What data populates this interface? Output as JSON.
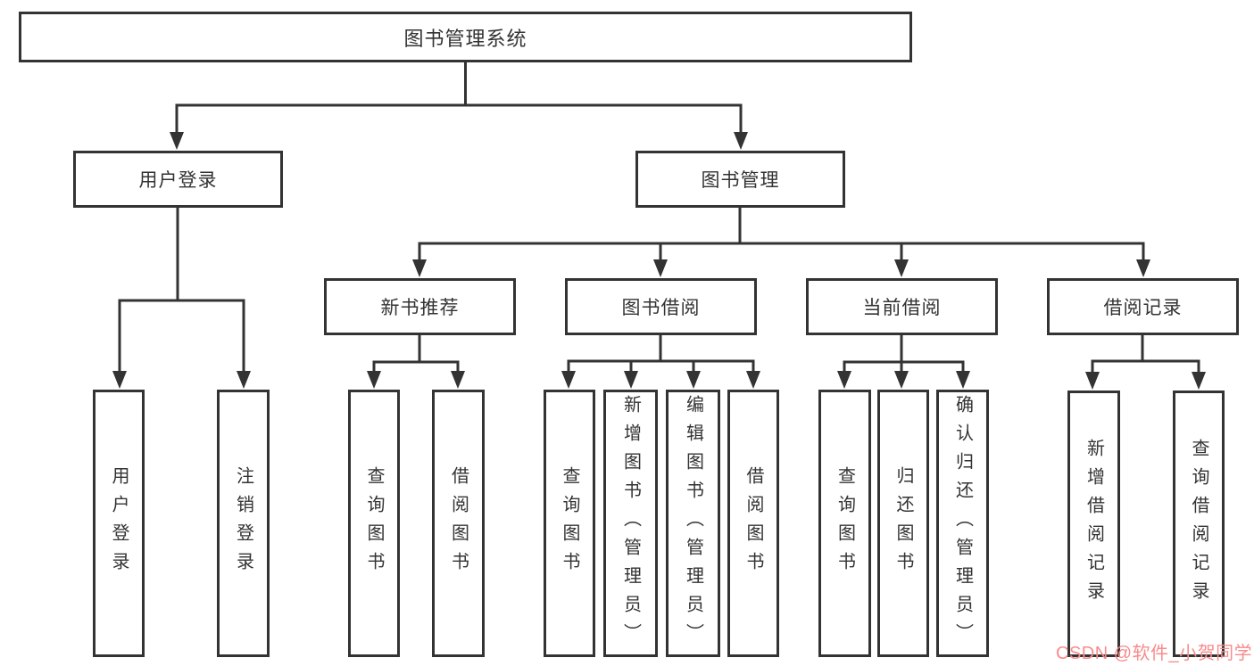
{
  "diagram": {
    "nodes": {
      "root": "图书管理系统",
      "login": "用户登录",
      "manage": "图书管理",
      "recommend": "新书推荐",
      "borrowing": "图书借阅",
      "current": "当前借阅",
      "records": "借阅记录",
      "login_user": "用户登录",
      "login_logout": "注销登录",
      "rec_query": "查询图书",
      "rec_borrow": "借阅图书",
      "bor_query": "查询图书",
      "bor_add": "新增图书（管理员）",
      "bor_edit": "编辑图书（管理员）",
      "bor_borrow": "借阅图书",
      "cur_query": "查询图书",
      "cur_return": "归还图书",
      "cur_confirm": "确认归还（管理员）",
      "rec_add_record": "新增借阅记录",
      "rec_query_record": "查询借阅记录"
    },
    "hierarchy": {
      "label": "图书管理系统",
      "children": [
        {
          "label": "用户登录",
          "children": [
            {
              "label": "用户登录"
            },
            {
              "label": "注销登录"
            }
          ]
        },
        {
          "label": "图书管理",
          "children": [
            {
              "label": "新书推荐",
              "children": [
                {
                  "label": "查询图书"
                },
                {
                  "label": "借阅图书"
                }
              ]
            },
            {
              "label": "图书借阅",
              "children": [
                {
                  "label": "查询图书"
                },
                {
                  "label": "新增图书（管理员）"
                },
                {
                  "label": "编辑图书（管理员）"
                },
                {
                  "label": "借阅图书"
                }
              ]
            },
            {
              "label": "当前借阅",
              "children": [
                {
                  "label": "查询图书"
                },
                {
                  "label": "归还图书"
                },
                {
                  "label": "确认归还（管理员）"
                }
              ]
            },
            {
              "label": "借阅记录",
              "children": [
                {
                  "label": "新增借阅记录"
                },
                {
                  "label": "查询借阅记录"
                }
              ]
            }
          ]
        }
      ]
    },
    "watermark": "CSDN @软件_小贺同学",
    "colors": {
      "line": "#333333",
      "text": "#333333",
      "background": "#ffffff",
      "watermark": "#f98b8b"
    }
  }
}
